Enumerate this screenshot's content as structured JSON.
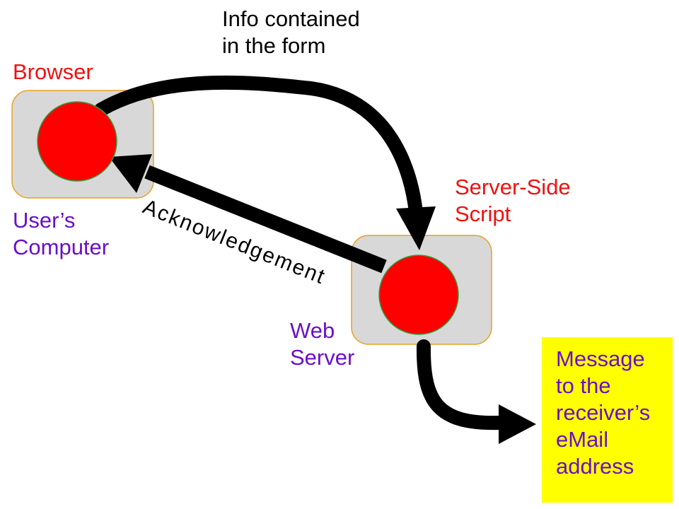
{
  "labels": {
    "info_line1": "Info contained",
    "info_line2": "in the form",
    "browser": "Browser",
    "users_computer_line1": "User’s",
    "users_computer_line2": "Computer",
    "server_script_line1": "Server-Side",
    "server_script_line2": "Script",
    "web_server_line1": "Web",
    "web_server_line2": "Server",
    "acknowledgement": "Acknowledgement"
  },
  "message": {
    "lines": [
      "Message",
      "to the",
      "receiver’s",
      "eMail",
      "address"
    ]
  },
  "colors": {
    "node_fill": "#ff0000",
    "node_ring": "#2ea043",
    "box_fill": "#d8d8d8",
    "box_border": "#e8a020",
    "label_red": "#ee1111",
    "label_purple": "#6a0fc9",
    "message_bg": "#ffff00",
    "arrow": "#000000"
  }
}
